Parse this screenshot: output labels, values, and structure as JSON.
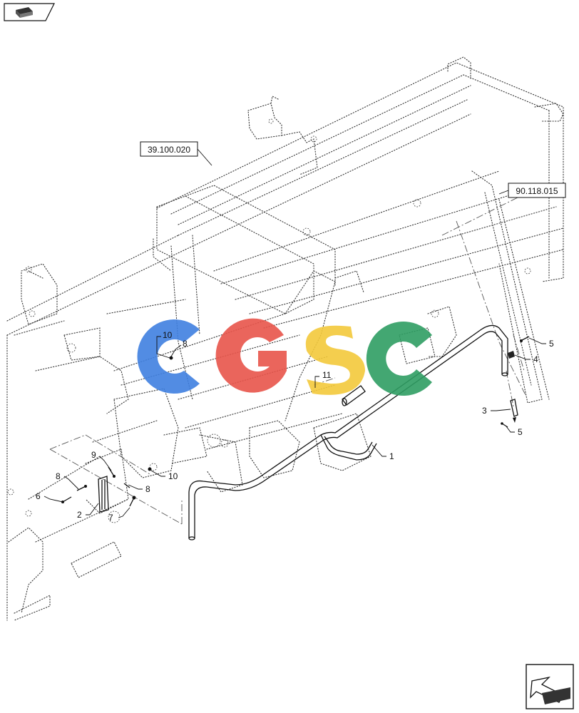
{
  "reference_boxes": [
    {
      "id": "ref-39",
      "label": "39.100.020"
    },
    {
      "id": "ref-90",
      "label": "90.118.015"
    }
  ],
  "callouts": [
    {
      "id": "c1",
      "label": "1"
    },
    {
      "id": "c2",
      "label": "2"
    },
    {
      "id": "c3",
      "label": "3"
    },
    {
      "id": "c4",
      "label": "4"
    },
    {
      "id": "c5a",
      "label": "5"
    },
    {
      "id": "c5b",
      "label": "5"
    },
    {
      "id": "c6",
      "label": "6"
    },
    {
      "id": "c7",
      "label": "7"
    },
    {
      "id": "c8a",
      "label": "8"
    },
    {
      "id": "c8b",
      "label": "8"
    },
    {
      "id": "c8c",
      "label": "8"
    },
    {
      "id": "c9",
      "label": "9"
    },
    {
      "id": "c10a",
      "label": "10"
    },
    {
      "id": "c10b",
      "label": "10"
    },
    {
      "id": "c11",
      "label": "11"
    }
  ],
  "watermark": {
    "colors": [
      "#3f7fe0",
      "#e8544a",
      "#f3c93b",
      "#2f9d63"
    ]
  },
  "nav": {
    "prev_icon": "previous-page-icon",
    "next_icon": "next-page-icon"
  }
}
